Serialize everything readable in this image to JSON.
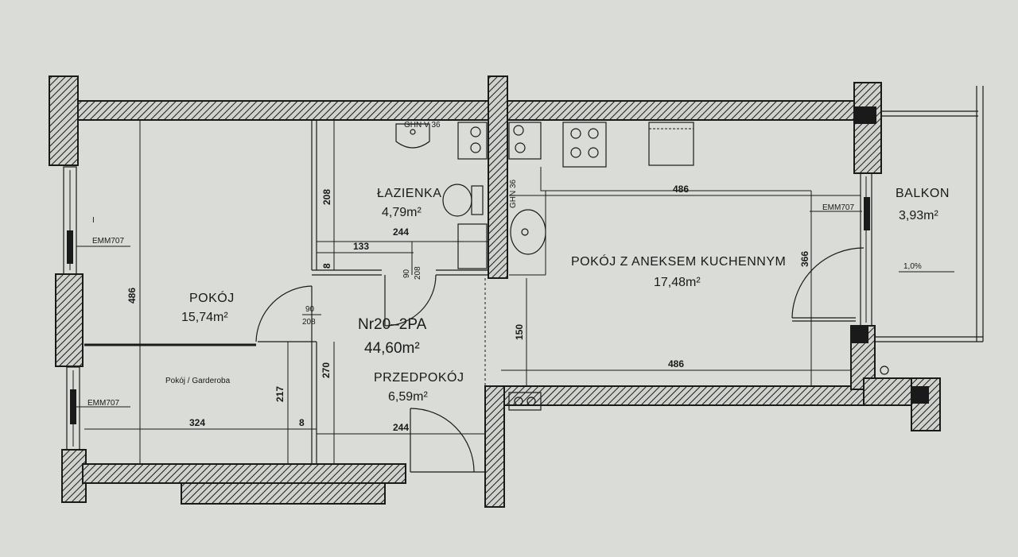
{
  "rooms": {
    "pokoj": {
      "name": "POKÓJ",
      "area": "15,74m²"
    },
    "garderoba": {
      "name": "Pokój / Garderoba"
    },
    "lazienka": {
      "name": "ŁAZIENKA",
      "area": "4,79m²"
    },
    "przedpokoj": {
      "name": "PRZEDPOKÓJ",
      "area": "6,59m²"
    },
    "aneks": {
      "name": "POKÓJ Z ANEKSEM KUCHENNYM",
      "area": "17,48m²"
    },
    "balkon": {
      "name": "BALKON",
      "area": "3,93m²",
      "slope": "1,0%"
    }
  },
  "apartment": {
    "id": "Nr20–2PA",
    "area": "44,60m²"
  },
  "dimensions": {
    "d486_left": "486",
    "d208": "208",
    "d244_top": "244",
    "d133": "133",
    "d8_a": "8",
    "door_bath_w": "90",
    "door_bath_h": "208",
    "door_room_w": "90",
    "door_room_h": "208",
    "d217": "217",
    "d270": "270",
    "d8_b": "8",
    "d324": "324",
    "d244_bottom": "244",
    "d486_top": "486",
    "d366": "366",
    "d150": "150",
    "d486_bottom": "486"
  },
  "annotations": {
    "vent_bath": "GHN V 36",
    "vent_kitchen": "GHN 36",
    "win_left_top": "EMM707",
    "win_left_bottom": "EMM707",
    "win_right": "EMM707",
    "marker_i": "I"
  },
  "colors": {
    "paper": "#d9dcd7",
    "ink": "#1a1a1a"
  }
}
